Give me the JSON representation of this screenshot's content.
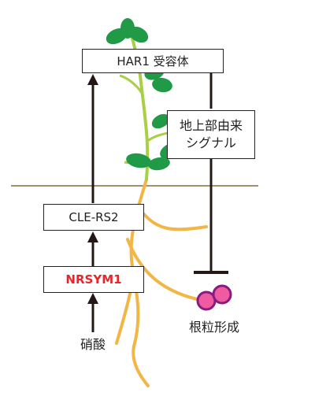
{
  "colors": {
    "leaf": "#219a48",
    "stem": "#a9cf45",
    "root": "#f2b646",
    "soil_line": "#8a6a3e",
    "arrow": "#231815",
    "nodule_fill": "#ef5ba1",
    "nodule_stroke": "#8b1a7e",
    "nrsym1_text": "#e8262a"
  },
  "nodes": {
    "har1": "HAR1 受容体",
    "shoot_signal_line1": "地上部由来",
    "shoot_signal_line2": "シグナル",
    "cle_rs2": "CLE-RS2",
    "nrsym1": "NRSYM1",
    "nitrate": "硝酸",
    "nodulation": "根粒形成"
  }
}
